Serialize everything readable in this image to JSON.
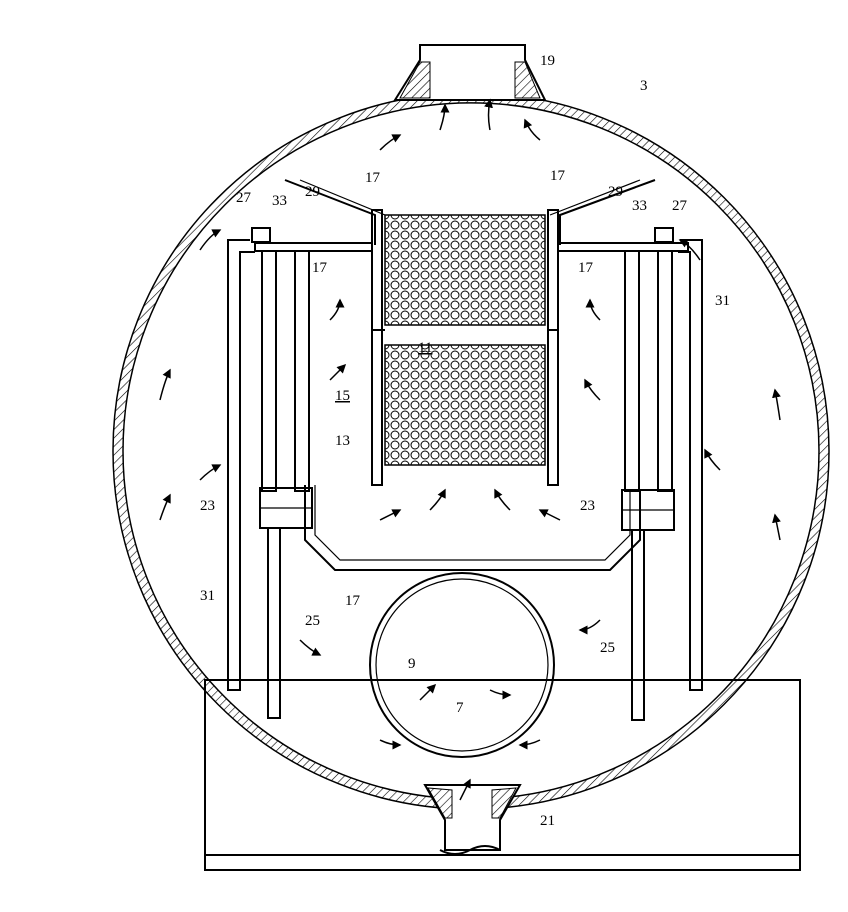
{
  "figure": {
    "labels": {
      "outlet_nozzle": "19",
      "shell": "3",
      "baffle_top_left": "17",
      "baffle_top_right": "17",
      "baffle_left_inner": "17",
      "baffle_right_inner": "17",
      "baffle_bottom": "17",
      "plate_left": "29",
      "plate_right": "29",
      "fitting_left": "33",
      "fitting_right": "33",
      "header_left": "27",
      "header_right": "27",
      "tube_bundle": "11",
      "separator": "15",
      "tube_left": "13",
      "pipe_left": "31",
      "pipe_right": "31",
      "drain_box_left": "23",
      "drain_box_right": "23",
      "drain_left": "25",
      "drain_right": "25",
      "inlet_pipe": "9",
      "inlet_wall": "7",
      "drain_nozzle": "21"
    }
  }
}
